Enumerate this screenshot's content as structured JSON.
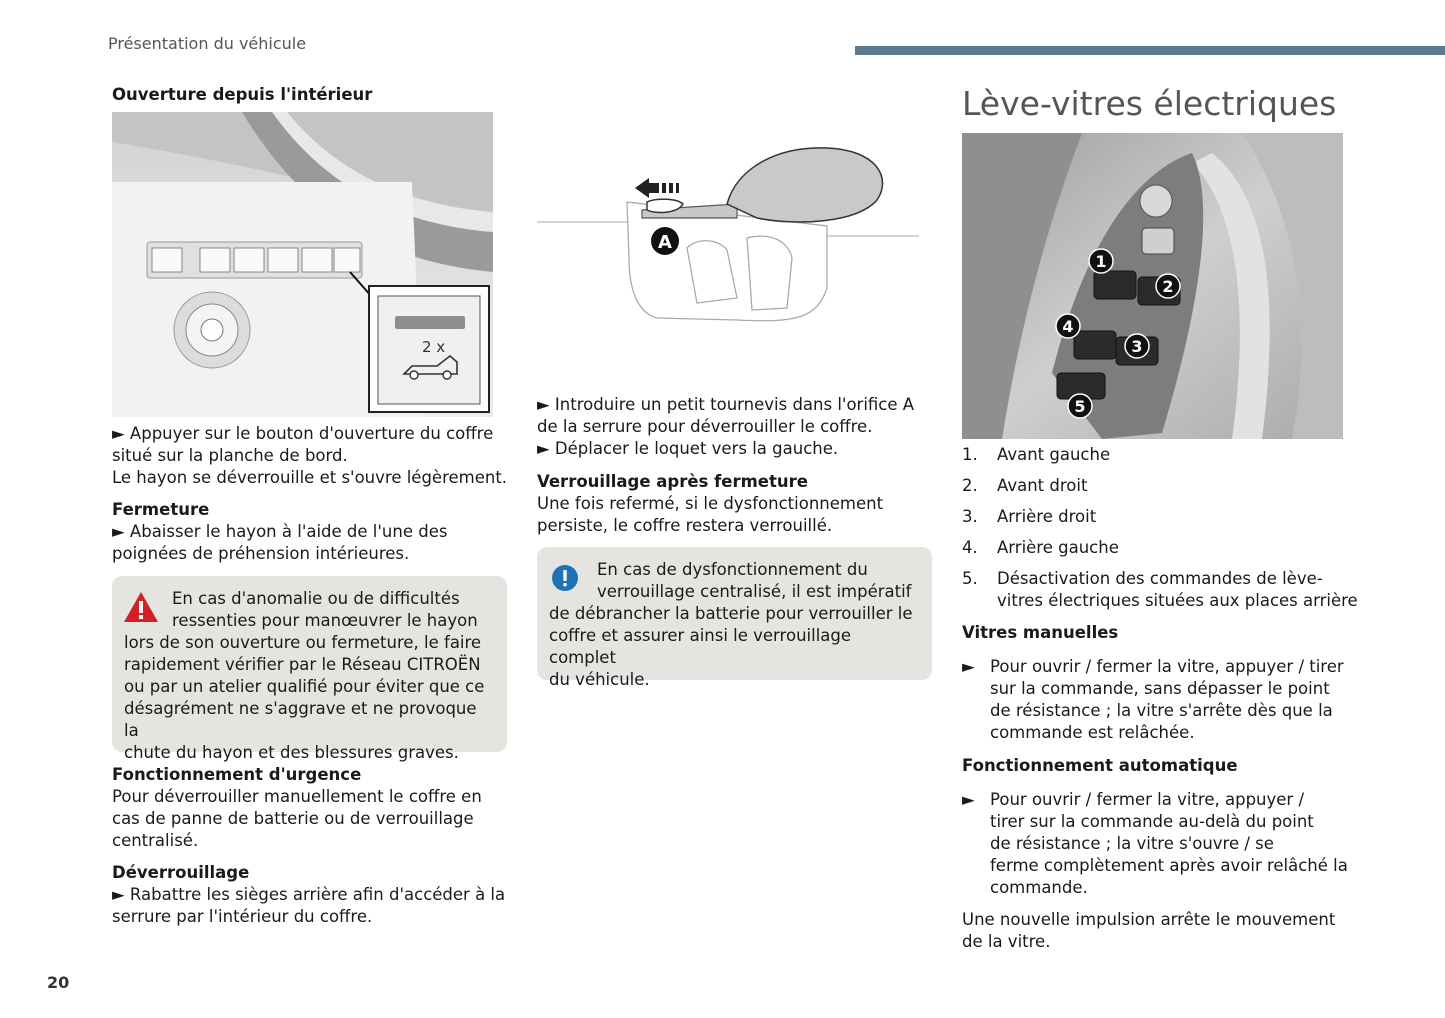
{
  "header": {
    "section": "Présentation du véhicule",
    "page_number": "20",
    "accent_color": "#5b7a91"
  },
  "col1": {
    "heading_open": "Ouverture depuis l'intérieur",
    "figure_label": "2 x",
    "btn_line1": "► Appuyer sur le bouton d'ouverture du coffre",
    "btn_line2": "situé sur la planche de bord.",
    "btn_line3": "Le hayon se déverrouille et s'ouvre légèrement.",
    "heading_close": "Fermeture",
    "close_line1": "► Abaisser le hayon à l'aide de l'une des",
    "close_line2": "poignées de préhension intérieures.",
    "warning": {
      "icon": "warning-triangle-icon",
      "lines": [
        "En cas d'anomalie ou de difficultés",
        "ressenties pour manœuvrer le hayon",
        "lors de son ouverture ou fermeture, le faire",
        "rapidement vérifier par le Réseau CITROËN",
        "ou par un atelier qualifié pour éviter que ce",
        "désagrément ne s'aggrave et ne provoque la",
        "chute du hayon et des blessures graves."
      ]
    },
    "heading_emergency": "Fonctionnement d'urgence",
    "emergency_lines": [
      "Pour déverrouiller manuellement le coffre en",
      "cas de panne de batterie ou de verrouillage",
      "centralisé."
    ],
    "heading_unlock": "Déverrouillage",
    "unlock_lines": [
      "► Rabattre les sièges arrière afin d'accéder à la",
      "serrure par l'intérieur du coffre."
    ]
  },
  "col2": {
    "figure_label": "A",
    "steps": [
      "► Introduire un petit tournevis dans l'orifice A",
      "de la serrure pour déverrouiller le coffre.",
      "► Déplacer le loquet vers la gauche."
    ],
    "heading_lock": "Verrouillage après fermeture",
    "lock_lines": [
      "Une fois refermé, si le dysfonctionnement",
      "persiste, le coffre restera verrouillé."
    ],
    "info": {
      "icon": "info-icon",
      "lines": [
        "En cas de dysfonctionnement du",
        "verrouillage centralisé, il est impératif",
        "de débrancher la batterie pour verrouiller le",
        "coffre et assurer ainsi le verrouillage complet",
        "du véhicule."
      ]
    }
  },
  "col3": {
    "title": "Lève-vitres électriques",
    "figure_labels": [
      "1",
      "2",
      "3",
      "4",
      "5"
    ],
    "list": [
      {
        "num": "1.",
        "text": "Avant gauche"
      },
      {
        "num": "2.",
        "text": "Avant droit"
      },
      {
        "num": "3.",
        "text": "Arrière droit"
      },
      {
        "num": "4.",
        "text": "Arrière gauche"
      },
      {
        "num": "5.",
        "text": "Désactivation des commandes de lève-vitres électriques situées aux places arrière"
      }
    ],
    "heading_manual": "Vitres manuelles",
    "manual_lines": [
      "Pour ouvrir / fermer la vitre, appuyer / tirer",
      "sur la commande, sans dépasser le point",
      "de résistance ; la vitre s'arrête dès que la",
      "commande est relâchée."
    ],
    "heading_auto": "Fonctionnement automatique",
    "auto_lines": [
      "Pour ouvrir / fermer la vitre, appuyer /",
      "tirer sur la commande au-delà du point",
      "de résistance ; la vitre s'ouvre / se",
      "ferme complètement après avoir relâché la",
      "commande."
    ],
    "bullet": "►",
    "final_lines": [
      "Une nouvelle impulsion arrête le mouvement",
      "de la vitre."
    ]
  }
}
